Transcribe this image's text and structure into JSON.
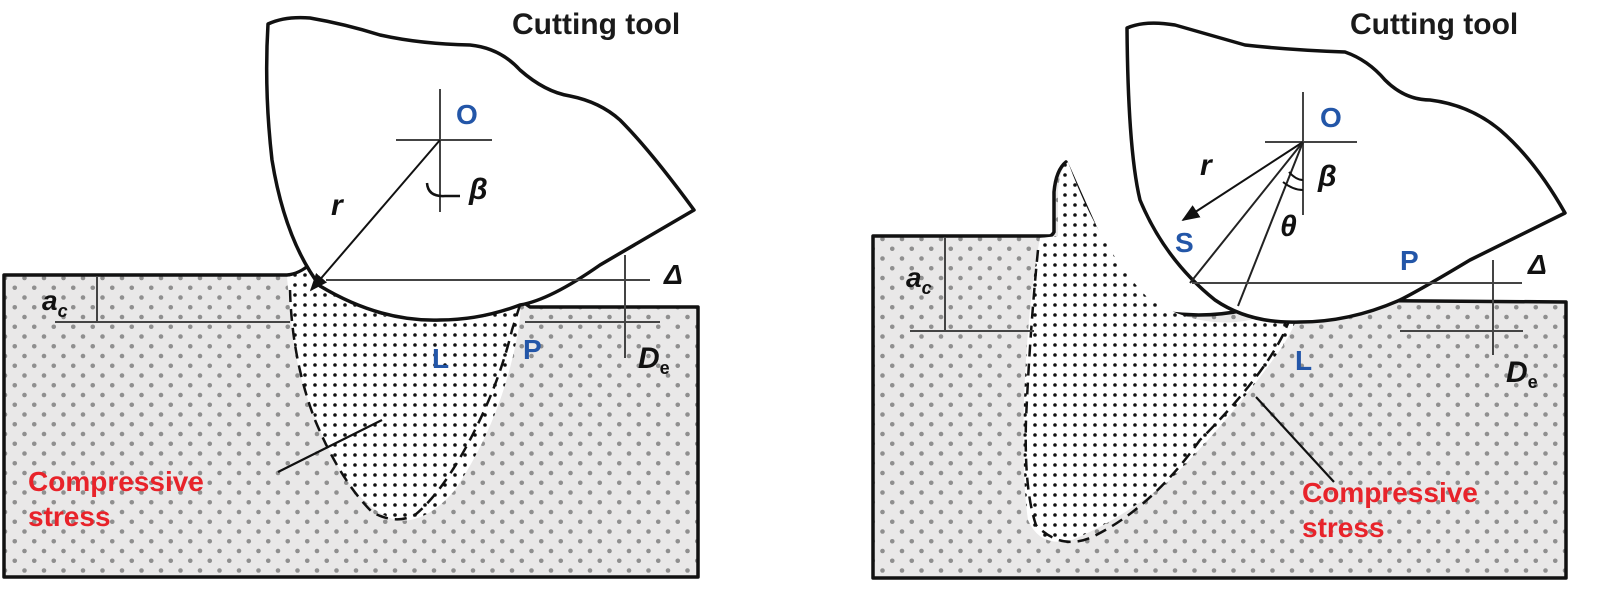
{
  "figure": {
    "colors": {
      "workpiece_fill": "#e9e8e8",
      "workpiece_dot": "#8f8f8f",
      "zone_dot": "#111111",
      "label_blue": "#2356a8",
      "label_red": "#e8232a",
      "outline": "#111111"
    },
    "left_panel": {
      "title": "Cutting tool",
      "center_label": "O",
      "radius_label": "r",
      "angle_beta_label": "β",
      "delta_label": "Δ",
      "depth_label": "a",
      "depth_sub": "c",
      "de_label": "D",
      "de_sub": "e",
      "point_L": "L",
      "point_P": "P",
      "stress_line1": "Compressive",
      "stress_line2": "stress"
    },
    "right_panel": {
      "title": "Cutting tool",
      "center_label": "O",
      "radius_label": "r",
      "angle_beta_label": "β",
      "angle_theta_label": "θ",
      "delta_label": "Δ",
      "depth_label": "a",
      "depth_sub": "c",
      "de_label": "D",
      "de_sub": "e",
      "point_S": "S",
      "point_L": "L",
      "point_P": "P",
      "stress_line1": "Compressive",
      "stress_line2": "stress"
    }
  }
}
